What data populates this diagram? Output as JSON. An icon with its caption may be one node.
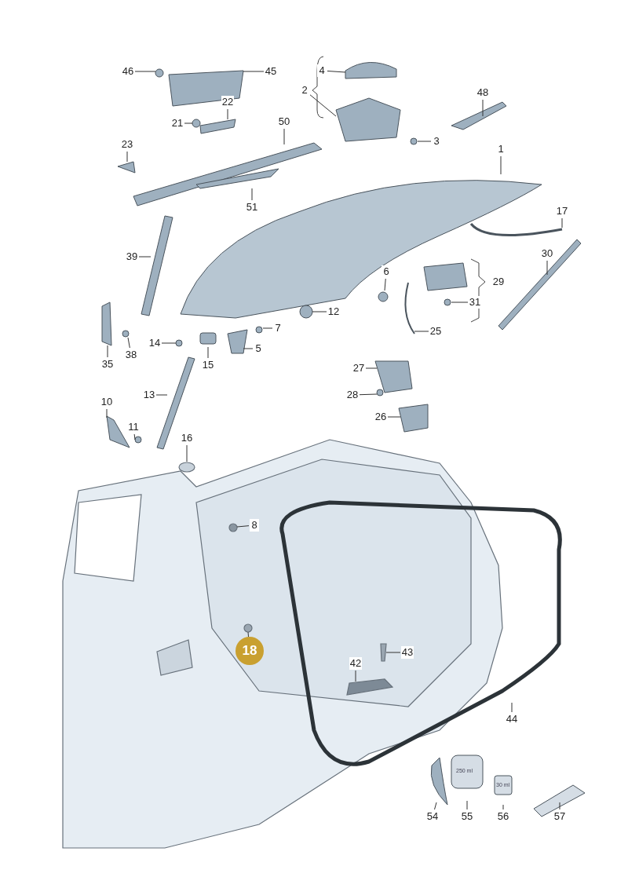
{
  "diagram": {
    "nodes": [
      {
        "text": [
          "4"
        ]
      },
      {
        "text": [
          "46"
        ]
      },
      {
        "text": [
          "45"
        ]
      },
      {
        "text": [
          "2"
        ]
      },
      {
        "text": [
          "48"
        ]
      },
      {
        "text": [
          "22"
        ]
      },
      {
        "text": [
          "21"
        ]
      },
      {
        "text": [
          "50"
        ]
      },
      {
        "text": [
          "3"
        ]
      },
      {
        "text": [
          "23"
        ]
      },
      {
        "text": [
          "1"
        ]
      },
      {
        "text": [
          "51"
        ]
      },
      {
        "text": [
          "17"
        ]
      },
      {
        "text": [
          "30"
        ]
      },
      {
        "text": [
          "39"
        ]
      },
      {
        "text": [
          "6"
        ]
      },
      {
        "text": [
          "29"
        ]
      },
      {
        "text": [
          "31"
        ]
      },
      {
        "text": [
          "12"
        ]
      },
      {
        "text": [
          "7"
        ]
      },
      {
        "text": [
          "25"
        ]
      },
      {
        "text": [
          "14"
        ]
      },
      {
        "text": [
          "5"
        ]
      },
      {
        "text": [
          "38"
        ]
      },
      {
        "text": [
          "35"
        ]
      },
      {
        "text": [
          "15"
        ]
      },
      {
        "text": [
          "27"
        ]
      },
      {
        "text": [
          "13"
        ]
      },
      {
        "text": [
          "28"
        ]
      },
      {
        "text": [
          "10"
        ]
      },
      {
        "text": [
          "26"
        ]
      },
      {
        "text": [
          "11"
        ]
      },
      {
        "text": [
          "16"
        ]
      },
      {
        "text": [
          "8"
        ]
      },
      {
        "text": [
          "18"
        ]
      },
      {
        "text": [
          "43"
        ]
      },
      {
        "text": [
          "42"
        ]
      },
      {
        "text": [
          "44"
        ]
      },
      {
        "text": [
          "54"
        ]
      },
      {
        "text": [
          "55"
        ]
      },
      {
        "text": [
          "56"
        ]
      },
      {
        "text": [
          "57"
        ]
      }
    ],
    "edges": [
      {
        "from": 0,
        "to": null,
        "arrow": "none"
      },
      {
        "from": 1,
        "to": null,
        "arrow": "none"
      },
      {
        "from": 2,
        "to": null,
        "arrow": "none"
      },
      {
        "from": 3,
        "to": null,
        "arrow": "none"
      },
      {
        "from": 4,
        "to": null,
        "arrow": "none"
      },
      {
        "from": 5,
        "to": null,
        "arrow": "none"
      },
      {
        "from": 6,
        "to": null,
        "arrow": "none"
      },
      {
        "from": 7,
        "to": null,
        "arrow": "none"
      },
      {
        "from": 8,
        "to": null,
        "arrow": "none"
      },
      {
        "from": 9,
        "to": null,
        "arrow": "none"
      },
      {
        "from": 10,
        "to": null,
        "arrow": "none"
      },
      {
        "from": 11,
        "to": null,
        "arrow": "none"
      },
      {
        "from": 12,
        "to": null,
        "arrow": "none"
      },
      {
        "from": 13,
        "to": null,
        "arrow": "none"
      },
      {
        "from": 14,
        "to": null,
        "arrow": "none"
      },
      {
        "from": 15,
        "to": null,
        "arrow": "none"
      },
      {
        "from": 17,
        "to": null,
        "arrow": "none"
      },
      {
        "from": 18,
        "to": null,
        "arrow": "none"
      },
      {
        "from": 19,
        "to": null,
        "arrow": "none"
      },
      {
        "from": 20,
        "to": null,
        "arrow": "none"
      },
      {
        "from": 21,
        "to": null,
        "arrow": "none"
      },
      {
        "from": 22,
        "to": null,
        "arrow": "none"
      },
      {
        "from": 23,
        "to": null,
        "arrow": "none"
      },
      {
        "from": 24,
        "to": null,
        "arrow": "none"
      },
      {
        "from": 25,
        "to": null,
        "arrow": "none"
      },
      {
        "from": 26,
        "to": null,
        "arrow": "none"
      },
      {
        "from": 27,
        "to": null,
        "arrow": "none"
      },
      {
        "from": 28,
        "to": null,
        "arrow": "none"
      },
      {
        "from": 29,
        "to": null,
        "arrow": "none"
      },
      {
        "from": 30,
        "to": null,
        "arrow": "none"
      },
      {
        "from": 31,
        "to": null,
        "arrow": "none"
      },
      {
        "from": 32,
        "to": null,
        "arrow": "none"
      },
      {
        "from": 33,
        "to": null,
        "arrow": "none"
      },
      {
        "from": 34,
        "to": null,
        "arrow": "none"
      },
      {
        "from": 35,
        "to": null,
        "arrow": "none"
      },
      {
        "from": 36,
        "to": null,
        "arrow": "none"
      },
      {
        "from": 37,
        "to": null,
        "arrow": "none"
      },
      {
        "from": 38,
        "to": null,
        "arrow": "none"
      },
      {
        "from": 39,
        "to": null,
        "arrow": "none"
      },
      {
        "from": 40,
        "to": null,
        "arrow": "none"
      },
      {
        "from": 41,
        "to": null,
        "arrow": "none"
      }
    ],
    "labels": [
      "250 ml",
      "30 ml"
    ]
  }
}
